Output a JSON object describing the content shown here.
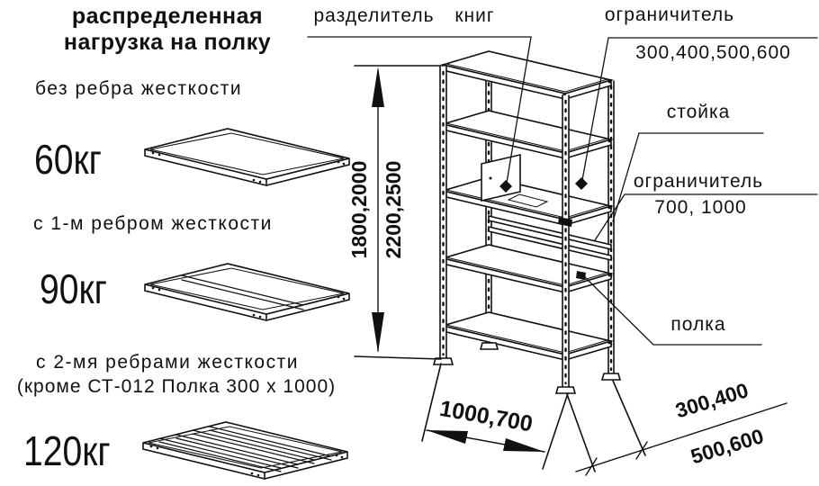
{
  "header": {
    "line1": "распределенная",
    "line2": "нагрузка на полку"
  },
  "load_sections": [
    {
      "condition": "без ребра жесткости",
      "weight": "60кг"
    },
    {
      "condition": "с 1-м ребром жесткости",
      "weight": "90кг"
    },
    {
      "condition": "с 2-мя ребрами жесткости",
      "note": "(кроме СТ-012 Полка 300 х 1000)",
      "weight": "120кг"
    }
  ],
  "callouts": {
    "divider": "разделитель книг",
    "stop_small": {
      "label": "ограничитель",
      "sizes": "300,400,500,600"
    },
    "post": "стойка",
    "stop_large": {
      "label": "ограничитель",
      "sizes": "700, 1000"
    },
    "shelf": "полка"
  },
  "dimensions": {
    "height_range_a": "1800,2000",
    "height_range_b": "2200,2500",
    "width_range": "1000,700",
    "depth_range_a": "300,400",
    "depth_range_b": "500,600"
  },
  "colors": {
    "ink": "#111111",
    "background": "#ffffff"
  }
}
